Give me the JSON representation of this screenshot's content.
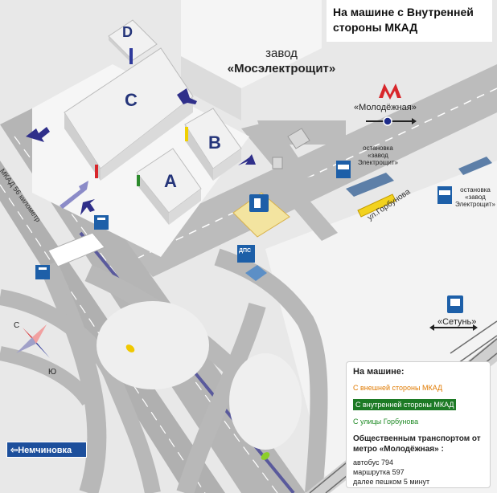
{
  "title": "На машине с Внутренней стороны МКАД",
  "factory": {
    "line1": "завод",
    "line2": "«Мосэлектрощит»"
  },
  "buildings": {
    "a": "A",
    "b": "B",
    "c": "C",
    "d": "D"
  },
  "metro": {
    "letter": "М",
    "name": "«Молодёжная»"
  },
  "stops": {
    "left": {
      "l1": "остановка",
      "l2": "«завод",
      "l3": "Электрощит»"
    },
    "right": {
      "l1": "остановка",
      "l2": "«завод",
      "l3": "Электрощит»"
    }
  },
  "roads": {
    "mkad": "МКАД 56 километр",
    "gorbunova": "ул.Горбунова"
  },
  "sign_dps": "ДПС",
  "station": "«Сетунь»",
  "compass": {
    "north": "С",
    "south": "Ю"
  },
  "exit_sign": "Немчиновка",
  "legend": {
    "heading": "На машине:",
    "outer": "С внешней стороны МКАД",
    "inner": "С внутренней стороны МКАД",
    "street": "С улицы Горбунова",
    "public_title": "Общественным транспортом от метро «Молодёжная» :",
    "bus": "автобус 794",
    "minibus": "маршрутка 597",
    "walk": "далее пешком 5 минут"
  },
  "colors": {
    "arrow": "#2f2f8a",
    "metro_red": "#d8262b",
    "road": "#bdbdbd",
    "rail": "#5a5a9c"
  }
}
